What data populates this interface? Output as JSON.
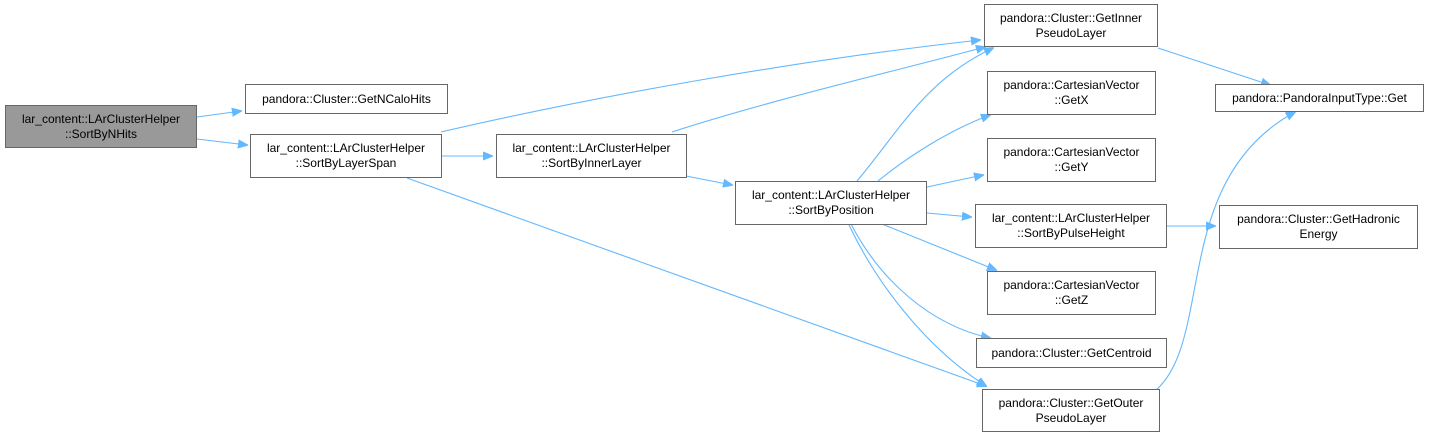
{
  "colors": {
    "edge": "#63b8ff",
    "node_border": "#666666",
    "root_fill": "#999999",
    "node_fill": "#ffffff"
  },
  "nodes": {
    "sortByNHits": {
      "line1": "lar_content::LArClusterHelper",
      "line2": "::SortByNHits"
    },
    "getNCaloHits": {
      "line1": "pandora::Cluster::GetNCaloHits"
    },
    "sortByLayerSpan": {
      "line1": "lar_content::LArClusterHelper",
      "line2": "::SortByLayerSpan"
    },
    "sortByInnerLayer": {
      "line1": "lar_content::LArClusterHelper",
      "line2": "::SortByInnerLayer"
    },
    "sortByPosition": {
      "line1": "lar_content::LArClusterHelper",
      "line2": "::SortByPosition"
    },
    "getInnerPseudoLayer": {
      "line1": "pandora::Cluster::GetInner",
      "line2": "PseudoLayer"
    },
    "getX": {
      "line1": "pandora::CartesianVector",
      "line2": "::GetX"
    },
    "getY": {
      "line1": "pandora::CartesianVector",
      "line2": "::GetY"
    },
    "sortByPulseHeight": {
      "line1": "lar_content::LArClusterHelper",
      "line2": "::SortByPulseHeight"
    },
    "getZ": {
      "line1": "pandora::CartesianVector",
      "line2": "::GetZ"
    },
    "getCentroid": {
      "line1": "pandora::Cluster::GetCentroid"
    },
    "getOuterPseudoLayer": {
      "line1": "pandora::Cluster::GetOuter",
      "line2": "PseudoLayer"
    },
    "pandoraInputTypeGet": {
      "line1": "pandora::PandoraInputType::Get"
    },
    "getHadronicEnergy": {
      "line1": "pandora::Cluster::GetHadronic",
      "line2": "Energy"
    }
  }
}
